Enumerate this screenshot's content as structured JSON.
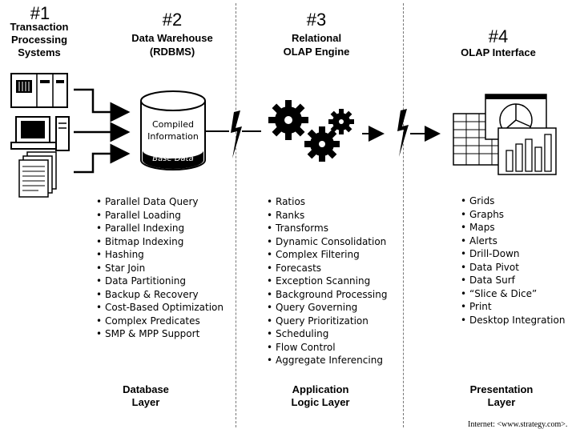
{
  "columns": [
    {
      "number": "#1",
      "heading": "Transaction Processing Systems"
    },
    {
      "number": "#2",
      "heading_line1": "Data Warehouse",
      "heading_line2": "(RDBMS)"
    },
    {
      "number": "#3",
      "heading_line1": "Relational",
      "heading_line2": "OLAP Engine"
    },
    {
      "number": "#4",
      "heading_line1": "OLAP Interface"
    }
  ],
  "warehouse": {
    "compiled_line1": "Compiled",
    "compiled_line2": "Information",
    "base": "Base Data"
  },
  "database_features": [
    "Parallel Data Query",
    "Parallel Loading",
    "Parallel Indexing",
    "Bitmap Indexing",
    "Hashing",
    "Star Join",
    "Data Partitioning",
    "Backup & Recovery",
    "Cost-Based Optimization",
    "Complex Predicates",
    "SMP & MPP Support"
  ],
  "engine_features": [
    "Ratios",
    "Ranks",
    "Transforms",
    "Dynamic Consolidation",
    "Complex Filtering",
    "Forecasts",
    "Exception Scanning",
    "Background Processing",
    "Query Governing",
    "Query Prioritization",
    "Scheduling",
    "Flow Control",
    "Aggregate Inferencing"
  ],
  "interface_features": [
    "Grids",
    "Graphs",
    "Maps",
    "Alerts",
    "Drill-Down",
    "Data Pivot",
    "Data Surf",
    "“Slice & Dice”",
    "Print",
    "Desktop Integration"
  ],
  "layers": [
    {
      "line1": "Database",
      "line2": "Layer"
    },
    {
      "line1": "Application",
      "line2": "Logic Layer"
    },
    {
      "line1": "Presentation",
      "line2": "Layer"
    }
  ],
  "footer": "Internet: <www.strategy.com>."
}
